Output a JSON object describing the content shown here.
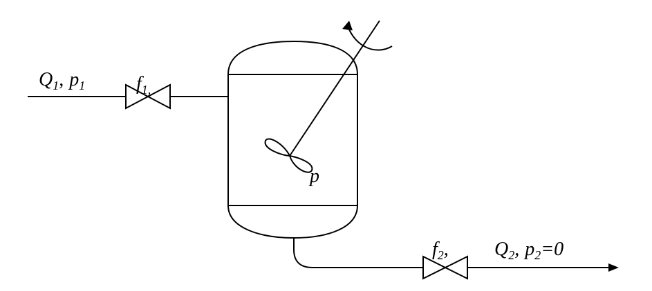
{
  "inlet": {
    "q": "Q",
    "q_sub": "1",
    "sep": ",",
    "p": "p",
    "p_sub": "1"
  },
  "valve1": {
    "f": "f",
    "f_sub": "1",
    "suffix": ","
  },
  "vessel": {
    "pressure": "p"
  },
  "valve2": {
    "f": "f",
    "f_sub": "2",
    "suffix": ","
  },
  "outlet": {
    "q": "Q",
    "q_sub": "2",
    "sep": ",",
    "p": "p",
    "p_sub": "2",
    "eq": "=0"
  }
}
